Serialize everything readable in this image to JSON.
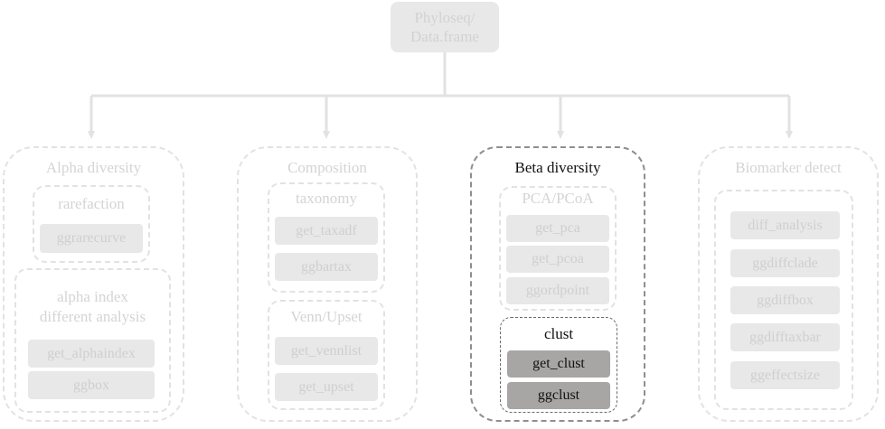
{
  "root": {
    "lines": [
      "Phyloseq/",
      "Data.frame"
    ]
  },
  "groups": {
    "alpha": {
      "title": "Alpha diversity",
      "subgroups": [
        {
          "title": "rarefaction",
          "buttons": [
            "ggrarecurve"
          ]
        },
        {
          "title_lines": [
            "alpha index",
            "different analysis"
          ],
          "buttons": [
            "get_alphaindex",
            "ggbox"
          ]
        }
      ]
    },
    "composition": {
      "title": "Composition",
      "subgroups": [
        {
          "title": "taxonomy",
          "buttons": [
            "get_taxadf",
            "ggbartax"
          ]
        },
        {
          "title": "Venn/Upset",
          "buttons": [
            "get_vennlist",
            "get_upset"
          ]
        }
      ]
    },
    "beta": {
      "title": "Beta diversity",
      "subgroups": [
        {
          "title": "PCA/PCoA",
          "buttons": [
            "get_pca",
            "get_pcoa",
            "ggordpoint"
          ]
        },
        {
          "title": "clust",
          "buttons": [
            "get_clust",
            "ggclust"
          ]
        }
      ]
    },
    "biomarker": {
      "title": "Biomarker detect",
      "buttons": [
        "diff_analysis",
        "ggdiffclade",
        "ggdiffbox",
        "ggdifftaxbar",
        "ggeffectsize"
      ]
    }
  },
  "colors": {
    "faded_text": "#d4d4d4",
    "faded_fill": "#e8e8e8",
    "faded_border": "#e2e2e2",
    "active_text": "#111111",
    "active_fill": "#a8a5a5",
    "active_border": "#8e8e8e",
    "connector": "#e2e2e2"
  }
}
